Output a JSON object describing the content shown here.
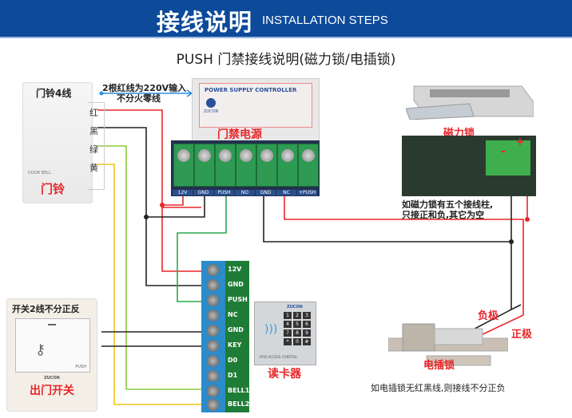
{
  "banner": {
    "title_cn": "接线说明",
    "title_en": "INSTALLATION STEPS",
    "bg_color": "#0d4a99"
  },
  "subtitle": "PUSH 门禁接线说明(磁力锁/电插锁)",
  "doorbell": {
    "header": "门铃4线",
    "name": "门铃",
    "brand": "DOOR BELL",
    "wires": [
      "红",
      "黑",
      "绿",
      "黄"
    ]
  },
  "power_note": {
    "line1": "2根红线为220V输入",
    "line2": "不分火零线"
  },
  "psu": {
    "name": "门禁电源",
    "plate_title": "POWER SUPPLY CONTROLLER",
    "brand": "ZUCON",
    "terminals": [
      "12V",
      "GND",
      "PUSH",
      "NO",
      "GND",
      "NC",
      "+PUSH"
    ]
  },
  "maglock": {
    "name": "磁力锁",
    "plus": "+",
    "minus": "-",
    "note_line1": "如磁力锁有五个接线柱,",
    "note_line2": "只接正和负,其它为空"
  },
  "controller": {
    "terminals": [
      "12V",
      "GND",
      "PUSH",
      "NC",
      "GND",
      "KEY",
      "D0",
      "D1",
      "BELL1",
      "BELL2"
    ]
  },
  "reader": {
    "name": "读卡器",
    "brand": "ZUCON",
    "footer": "RFID ACCESS CONTROL",
    "keys": [
      "1",
      "2",
      "3",
      "4",
      "5",
      "6",
      "7",
      "8",
      "9",
      "*",
      "0",
      "#"
    ]
  },
  "exit_switch": {
    "header": "开关2线不分正反",
    "name": "出门开关",
    "push_label": "PUSH",
    "brand": "ZUCON"
  },
  "strike_lock": {
    "name": "电插锁",
    "negative": "负极",
    "positive": "正极",
    "note": "如电插锁无红黑线,则接线不分正负"
  },
  "colors": {
    "red": "#e8262a",
    "black": "#222222",
    "green": "#2fa84f",
    "lime": "#8ccc3c",
    "yellow": "#f3c317",
    "blue_arrow": "#2a8fe0"
  }
}
